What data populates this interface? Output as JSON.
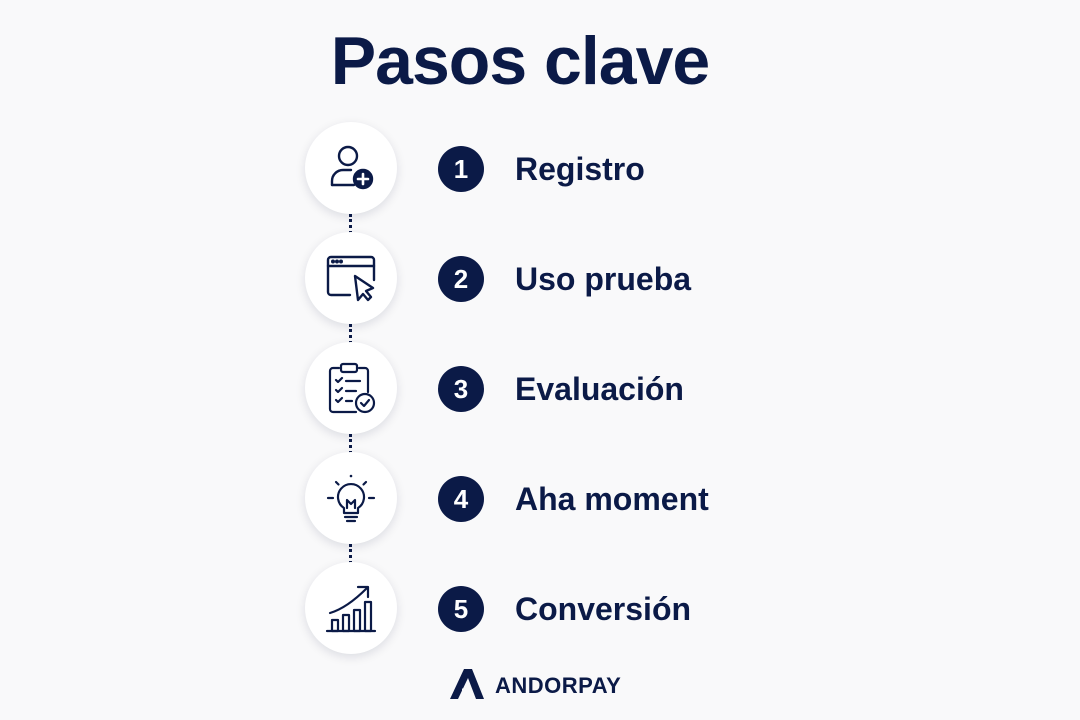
{
  "title": "Pasos clave",
  "steps": [
    {
      "number": "1",
      "label": "Registro",
      "icon": "user-add-icon"
    },
    {
      "number": "2",
      "label": "Uso prueba",
      "icon": "browser-cursor-icon"
    },
    {
      "number": "3",
      "label": "Evaluación",
      "icon": "clipboard-check-icon"
    },
    {
      "number": "4",
      "label": "Aha moment",
      "icon": "lightbulb-icon"
    },
    {
      "number": "5",
      "label": "Conversión",
      "icon": "growth-chart-icon"
    }
  ],
  "brand": {
    "name": "ANDORPAY",
    "icon": "andorpay-logo-icon"
  },
  "colors": {
    "navy": "#0b1a47",
    "background": "#f9f9fa",
    "circle": "#ffffff"
  }
}
